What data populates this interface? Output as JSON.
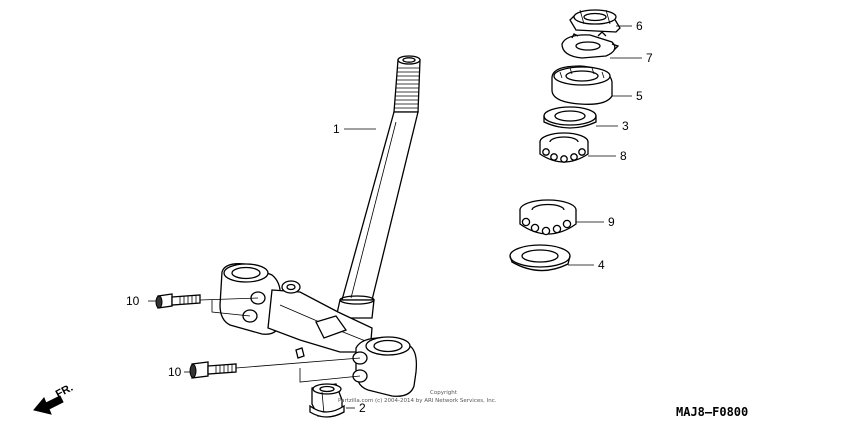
{
  "parts": [
    {
      "id": "1",
      "label": "1",
      "name": "steering-stem"
    },
    {
      "id": "2",
      "label": "2",
      "name": "stem-nut"
    },
    {
      "id": "3",
      "label": "3",
      "name": "dust-seal-upper"
    },
    {
      "id": "4",
      "label": "4",
      "name": "dust-seal-lower"
    },
    {
      "id": "5",
      "label": "5",
      "name": "bearing-adjust-nut"
    },
    {
      "id": "6",
      "label": "6",
      "name": "lock-nut"
    },
    {
      "id": "7",
      "label": "7",
      "name": "lock-washer"
    },
    {
      "id": "8",
      "label": "8",
      "name": "upper-bearing"
    },
    {
      "id": "9",
      "label": "9",
      "name": "lower-bearing"
    },
    {
      "id": "10a",
      "label": "10",
      "name": "pinch-bolt-upper"
    },
    {
      "id": "10b",
      "label": "10",
      "name": "pinch-bolt-lower"
    }
  ],
  "direction_label": "FR.",
  "diagram_code": "MAJ8—F0800",
  "copyright": {
    "line1": "Copyright",
    "line2": "Partzilla.com (c) 2004-2014 by ARI Network Services, Inc."
  },
  "colors": {
    "line": "#000000",
    "background": "#ffffff"
  }
}
